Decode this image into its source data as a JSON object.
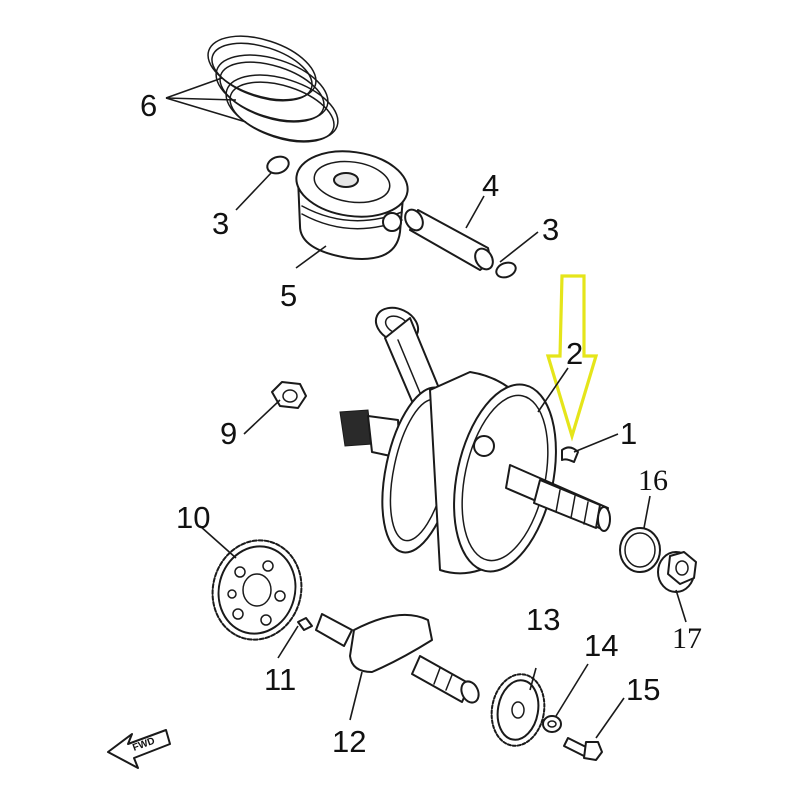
{
  "callouts": {
    "p1": "1",
    "p2": "2",
    "p3a": "3",
    "p3b": "3",
    "p4": "4",
    "p5": "5",
    "p6": "6",
    "p9": "9",
    "p10": "10",
    "p11": "11",
    "p12": "12",
    "p13": "13",
    "p14": "14",
    "p15": "15",
    "p16": "16",
    "p17": "17"
  },
  "fwd_label": "FWD",
  "colors": {
    "line": "#1a1a1a",
    "highlight_arrow": "#e5e51a"
  }
}
